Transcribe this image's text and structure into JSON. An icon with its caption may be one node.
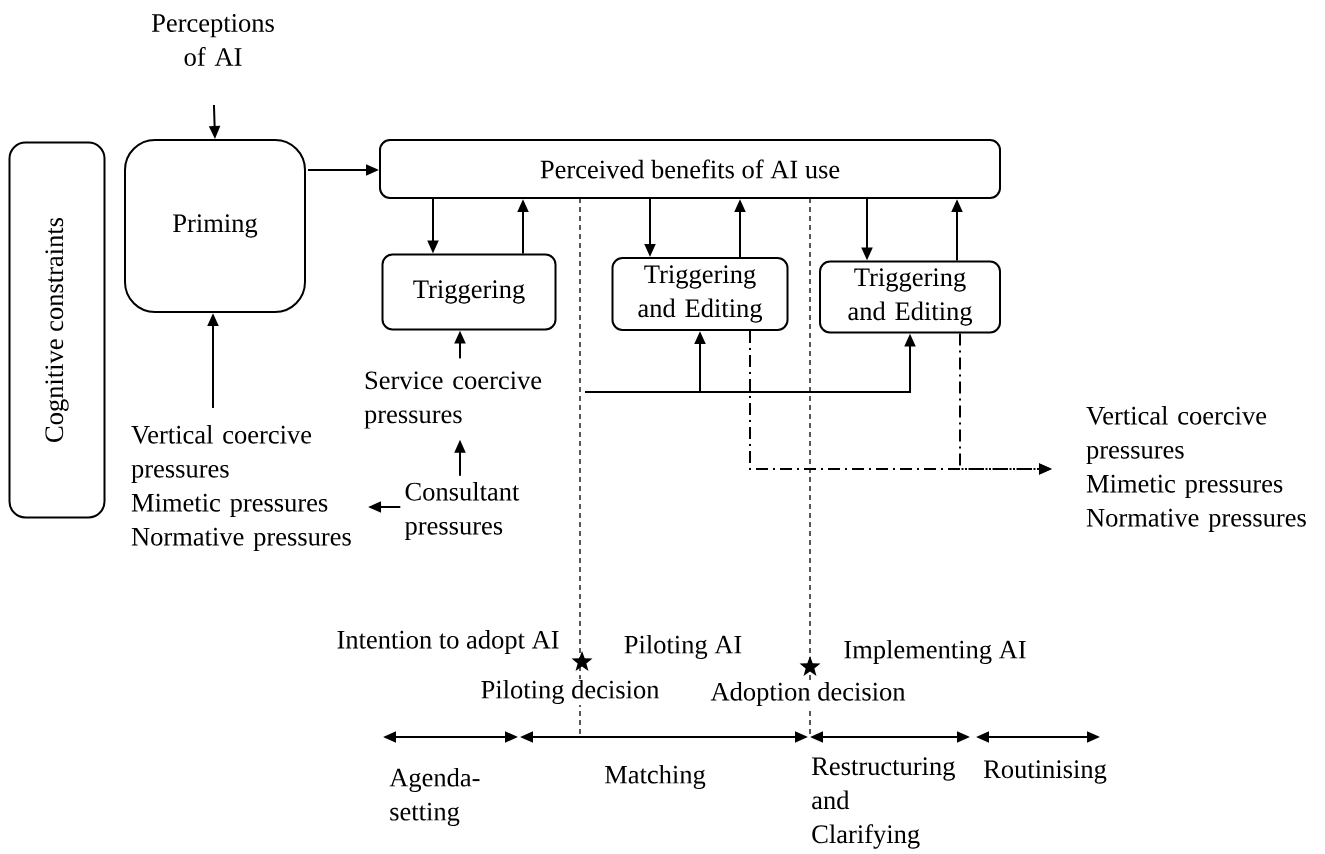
{
  "diagram": {
    "nodes": [
      {
        "text": [
          "Cognitive constraints"
        ]
      },
      {
        "text": [
          "Perceptions of AI"
        ]
      },
      {
        "text": [
          "Priming"
        ]
      },
      {
        "text": [
          "Perceived benefits of AI use"
        ]
      },
      {
        "text": [
          "Triggering"
        ]
      },
      {
        "text": [
          "Triggering and Editing"
        ]
      },
      {
        "text": [
          "Triggering and Editing"
        ]
      },
      {
        "text": [
          "Service coercive pressures"
        ]
      },
      {
        "text": [
          "Vertical coercive pressures",
          "Mimetic pressures",
          "Normative pressures"
        ]
      },
      {
        "text": [
          "Consultant pressures"
        ]
      },
      {
        "text": [
          "Vertical coercive pressures",
          "Mimetic pressures",
          "Normative pressures"
        ]
      }
    ],
    "edges": [
      {
        "from": 1,
        "to": 2,
        "arrow": "to"
      },
      {
        "from": 2,
        "to": 3,
        "arrow": "to"
      },
      {
        "from": 3,
        "to": 4,
        "arrow": "to"
      },
      {
        "from": 4,
        "to": 3,
        "arrow": "to"
      },
      {
        "from": 3,
        "to": 5,
        "arrow": "to"
      },
      {
        "from": 5,
        "to": 3,
        "arrow": "to"
      },
      {
        "from": 3,
        "to": 6,
        "arrow": "to"
      },
      {
        "from": 6,
        "to": 3,
        "arrow": "to"
      },
      {
        "from": 7,
        "to": 5,
        "arrow": "to"
      },
      {
        "from": 7,
        "to": 6,
        "arrow": "to"
      },
      {
        "from": 7,
        "to": 4,
        "arrow": "to"
      },
      {
        "from": 9,
        "to": 7,
        "arrow": "to"
      },
      {
        "from": 9,
        "to": 8,
        "arrow": "to"
      },
      {
        "from": 8,
        "to": 2,
        "arrow": "to"
      },
      {
        "from": 5,
        "to": 10,
        "arrow": "to",
        "style": "dashed"
      },
      {
        "from": 6,
        "to": 10,
        "arrow": "to",
        "style": "dashed"
      }
    ],
    "labels": [
      "Intention to adopt AI",
      "Piloting AI",
      "Piloting decision",
      "Implementing AI",
      "Adoption decision",
      "Agenda-setting",
      "Matching",
      "Restructuring and Clarifying",
      "Routinising"
    ]
  }
}
